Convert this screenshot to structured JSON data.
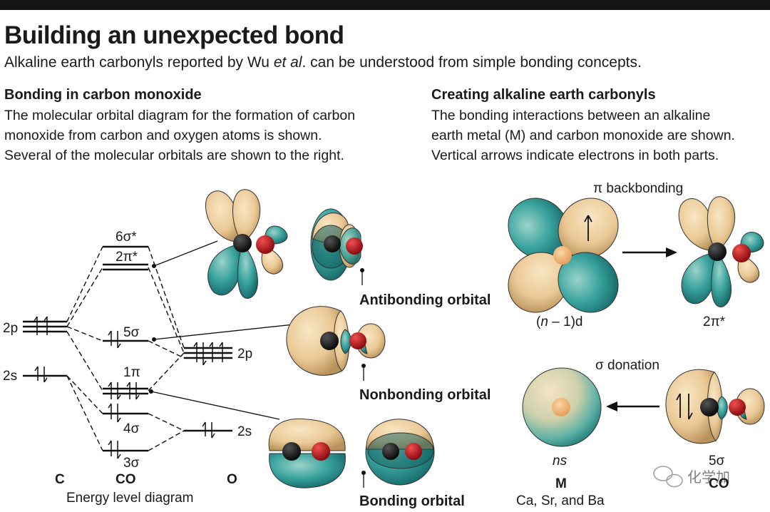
{
  "header": {
    "title": "Building an unexpected bond",
    "subtitle_pre": "Alkaline earth carbonyls reported by Wu ",
    "subtitle_em": "et al",
    "subtitle_post": ". can be understood from simple bonding concepts."
  },
  "left_section": {
    "heading": "Bonding in carbon monoxide",
    "lines": [
      "The molecular orbital diagram for the formation of carbon",
      "monoxide from carbon and oxygen atoms is shown.",
      "Several of the molecular orbitals are shown to the right."
    ]
  },
  "right_section": {
    "heading": "Creating alkaline earth carbonyls",
    "lines": [
      "The bonding interactions between an alkaline",
      "earth metal (M) and carbon monoxide are shown.",
      "Vertical arrows indicate electrons in both parts."
    ]
  },
  "energy_diagram": {
    "caption": "Energy level diagram",
    "columns": {
      "carbon": "C",
      "co": "CO",
      "oxygen": "O"
    },
    "carbon_levels": {
      "p": "2p",
      "s": "2s"
    },
    "oxygen_levels": {
      "p": "2p",
      "s": "2s"
    },
    "co_levels": {
      "s6": "6σ*",
      "p2": "2π*",
      "s5": "5σ",
      "p1": "1π",
      "s4": "4σ",
      "s3": "3σ"
    }
  },
  "orbital_captions": {
    "antibonding": "Antibonding orbital",
    "nonbonding": "Nonbonding orbital",
    "bonding": "Bonding orbital"
  },
  "backbonding": {
    "title": "π backbonding",
    "metal_orbital_pre": "(",
    "metal_orbital_n": "n",
    "metal_orbital_post": " – 1)d",
    "co_orbital": "2π*"
  },
  "donation": {
    "title": "σ donation",
    "metal_orbital": "ns",
    "co_orbital": "5σ",
    "metal_label": "M",
    "metal_examples": "Ca, Sr, and Ba",
    "co_label": "CO"
  },
  "watermark": "化学加",
  "colors": {
    "tan": "#edcf9f",
    "teal": "#2f9a96",
    "carbon": "#1a1a1a",
    "oxygen": "#c8141c",
    "metal": "#f2b372"
  }
}
